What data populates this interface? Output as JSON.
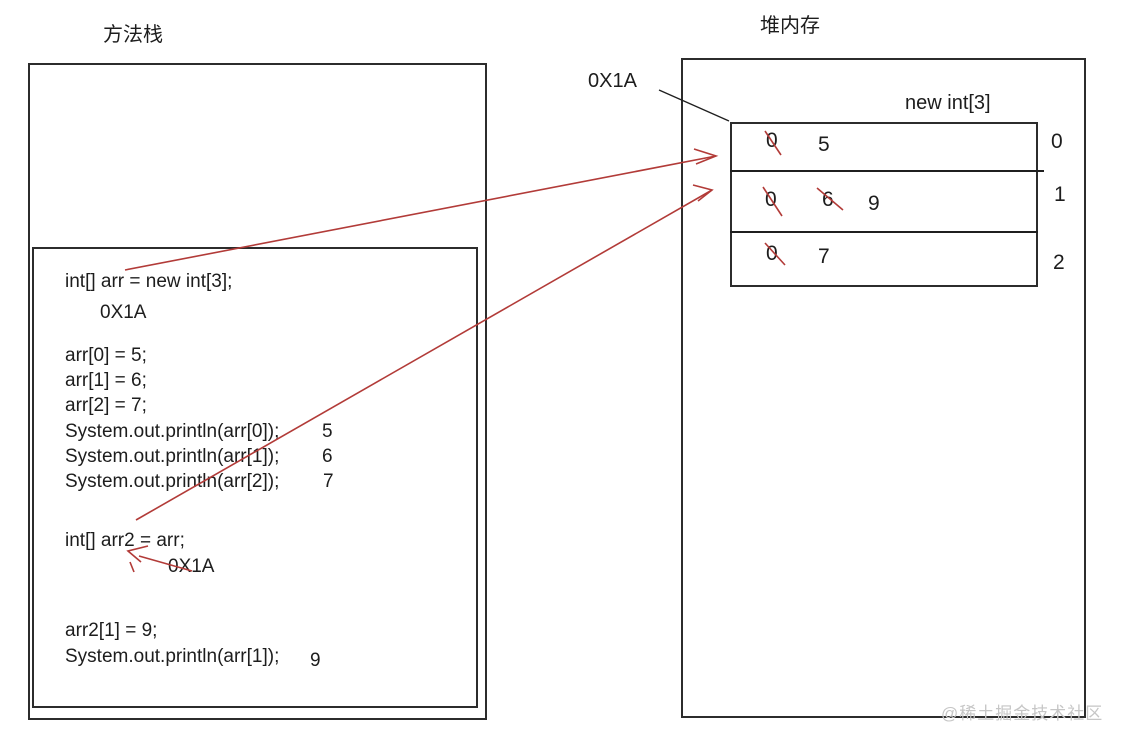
{
  "titles": {
    "stack_title": "方法栈",
    "heap_title": "堆内存"
  },
  "stack": {
    "code_lines": [
      {
        "text": "int[] arr = new int[3];"
      },
      {
        "text": "0X1A"
      },
      {
        "text": "arr[0] = 5;"
      },
      {
        "text": "arr[1] = 6;"
      },
      {
        "text": "arr[2] = 7;"
      },
      {
        "text": "System.out.println(arr[0]);",
        "output": "5"
      },
      {
        "text": "System.out.println(arr[1]);",
        "output": "6"
      },
      {
        "text": "System.out.println(arr[2]);",
        "output": "7"
      },
      {
        "text": "int[] arr2 = arr;"
      },
      {
        "text": "0X1A"
      },
      {
        "text": "arr2[1] = 9;"
      },
      {
        "text": "System.out.println(arr[1]);",
        "output": "9"
      }
    ]
  },
  "heap": {
    "address_label": "0X1A",
    "array_label": "new int[3]",
    "rows": [
      {
        "index": "0",
        "cells": [
          {
            "text": "0",
            "struck": true
          },
          {
            "text": "5",
            "struck": false
          }
        ]
      },
      {
        "index": "1",
        "cells": [
          {
            "text": "0",
            "struck": true
          },
          {
            "text": "6",
            "struck": true
          },
          {
            "text": "9",
            "struck": false
          }
        ]
      },
      {
        "index": "2",
        "cells": [
          {
            "text": "0",
            "struck": true
          },
          {
            "text": "7",
            "struck": false
          }
        ]
      }
    ]
  },
  "annotations": {
    "arrow_color": "#b23b38",
    "arrows": [
      {
        "name": "arr-reference-arrow",
        "from": "int[] arr",
        "to": "heap array"
      },
      {
        "name": "arr2-reference-arrow",
        "from": "int[] arr2 = arr;",
        "to": "heap array"
      },
      {
        "name": "arr2-address-arrow",
        "from": "0X1A",
        "to": "arr2"
      }
    ]
  },
  "watermark": "@稀土掘金技术社区"
}
